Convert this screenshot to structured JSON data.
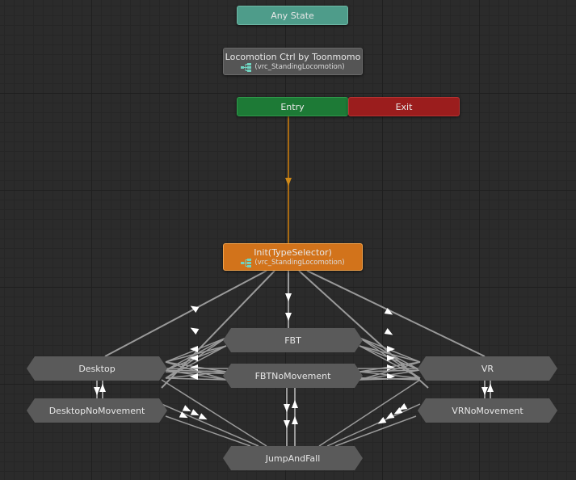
{
  "nodes": {
    "any_state": "Any State",
    "locomotion": {
      "title": "Locomotion Ctrl by Toonmomo",
      "subtitle": "(vrc_StandingLocomotion)"
    },
    "entry": "Entry",
    "exit": "Exit",
    "init": {
      "title": "Init(TypeSelector)",
      "subtitle": "(vrc_StandingLocomotion)"
    },
    "states": {
      "fbt": "FBT",
      "fbt_no_movement": "FBTNoMovement",
      "desktop": "Desktop",
      "desktop_no_movement": "DesktopNoMovement",
      "vr": "VR",
      "vr_no_movement": "VRNoMovement",
      "jump_and_fall": "JumpAndFall"
    }
  },
  "colors": {
    "any_state": "#4e9c8a",
    "entry": "#1d7a36",
    "exit": "#9b1d1d",
    "default_state": "#d2731b",
    "state": "#5a5a5a",
    "transition": "#9a9a9a",
    "entry_transition": "#a86a12"
  },
  "icons": {
    "state_machine": "blend-tree-icon"
  }
}
